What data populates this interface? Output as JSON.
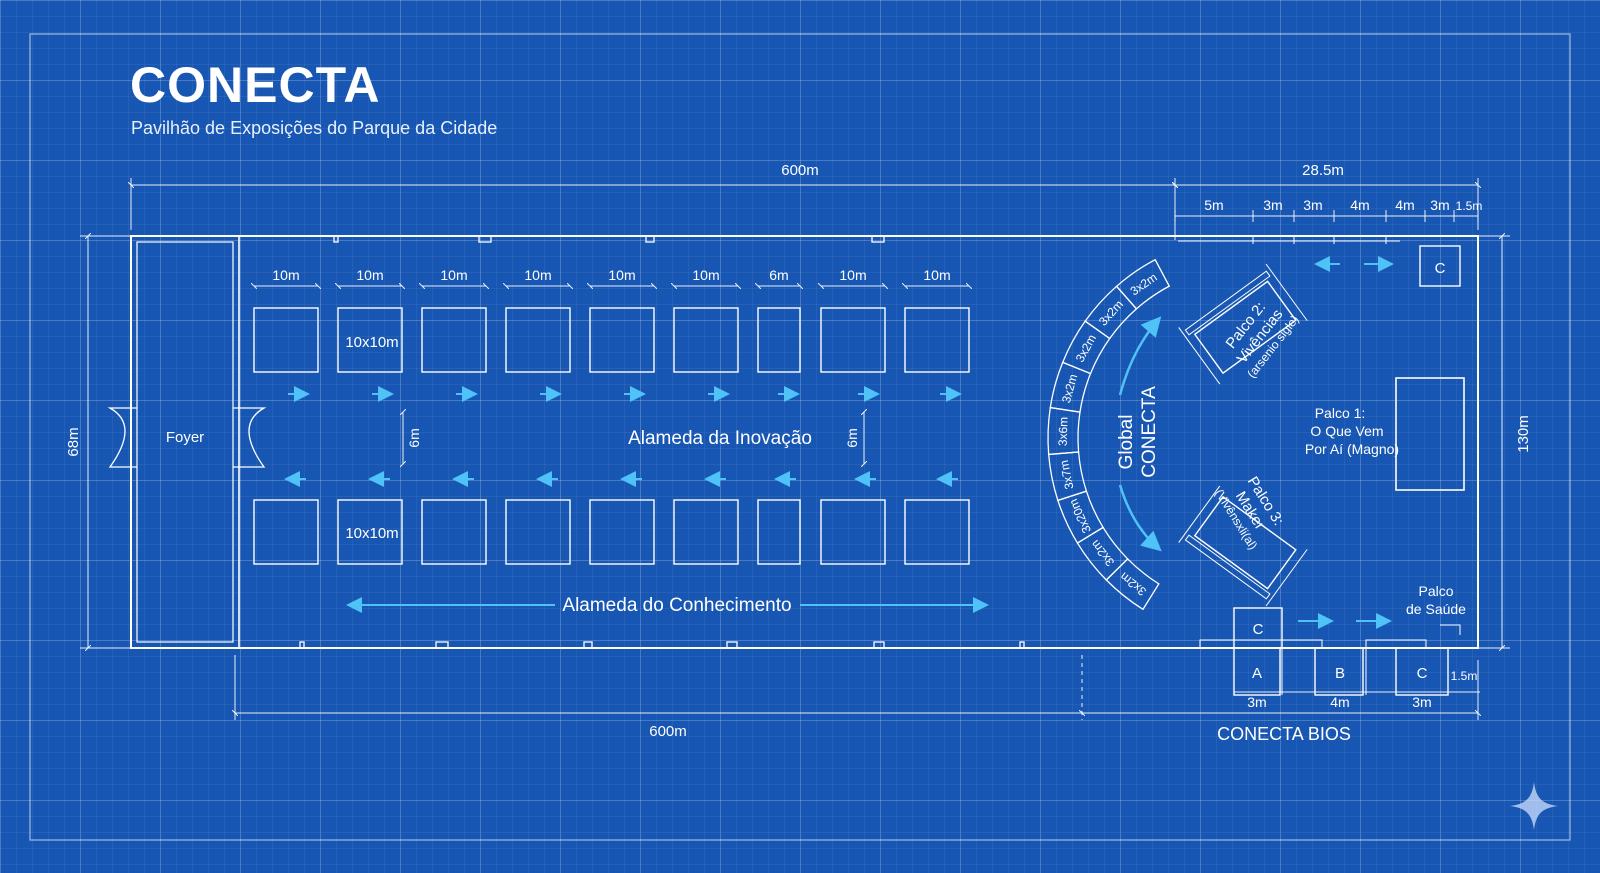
{
  "header": {
    "brand": "CONECTA",
    "subtitle": "Pavilhão de Exposições do Parque da Cidade"
  },
  "dimensions": {
    "top_length": "600m",
    "top_right_length": "28.5m",
    "top_right_segments": [
      "5m",
      "3m",
      "3m",
      "4m",
      "4m",
      "3m",
      "1.5m"
    ],
    "left_height": "68m",
    "right_height": "130m",
    "bottom_length": "600m",
    "bottom_right_segments": [
      "3m",
      "4m",
      "3m"
    ],
    "bottom_right_edge": "1.5m"
  },
  "booths": {
    "column_widths": [
      "10m",
      "10m",
      "10m",
      "10m",
      "10m",
      "10m",
      "6m",
      "10m",
      "10m"
    ],
    "size_label_top": "10x10m",
    "size_label_bottom": "10x10m",
    "aisle_width_left": "6m",
    "aisle_width_right": "6m"
  },
  "areas": {
    "foyer": "Foyer",
    "alameda_inovacao": "Alameda da Inovação",
    "alameda_conhecimento": "Alameda do Conhecimento",
    "global_line1": "Global",
    "global_line2": "CONECTA"
  },
  "arc_segments": [
    "3x2m",
    "3x2m",
    "3x2m",
    "3x2m",
    "3x6m",
    "3x7m",
    "3x20m",
    "3x2m",
    "3x2m"
  ],
  "stages": {
    "palco1_line1": "Palco 1:",
    "palco1_line2": "O Que Vem",
    "palco1_line3": "Por Aí (Magno)",
    "palco2_line1": "Palco 2:",
    "palco2_line2": "Vivências",
    "palco2_line3": "(arsenio sigle)",
    "palco3_line1": "Palco 3:",
    "palco3_line2": "Maker",
    "palco3_line3": "(Vivênsxli(al)",
    "saude_line1": "Palco",
    "saude_line2": "de Saúde"
  },
  "bios": {
    "label": "CONECTA BIOS",
    "rooms": [
      "A",
      "B",
      "C"
    ],
    "c_top": "C",
    "c_upper": "C"
  },
  "colors": {
    "background": "#1756b3",
    "lines": "#ffffff",
    "arrows": "#4fc3f7"
  }
}
